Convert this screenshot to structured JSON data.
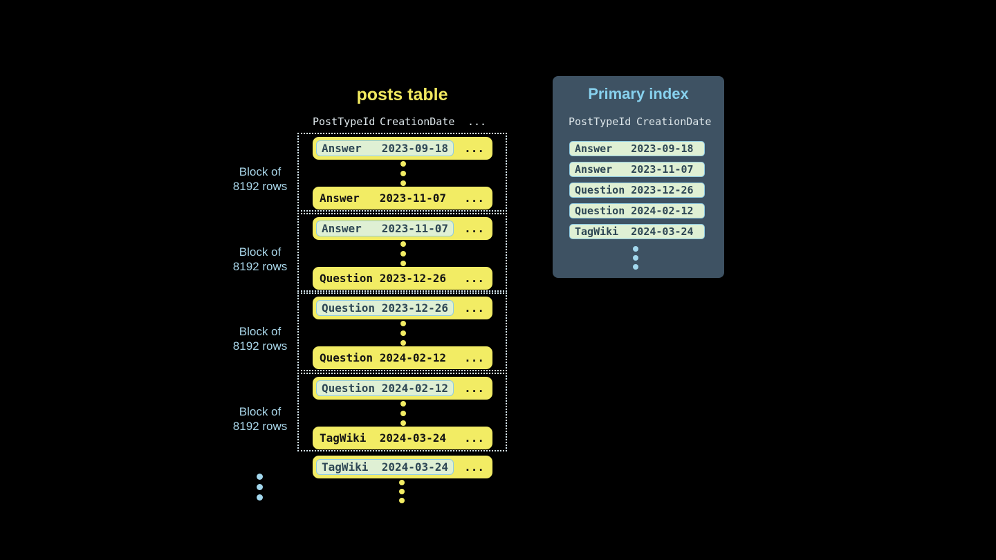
{
  "colors": {
    "bg": "#000000",
    "yellow": "#f2ec64",
    "titleYellow": "#f1e95f",
    "lightBlue": "#a9d6e9",
    "blueDot": "#a3d8ee",
    "panelBg": "#3e5263",
    "panelTitle": "#87d1ee",
    "headerText": "#dde6ea",
    "cellBg": "#dff0d4",
    "cellBorder": "#8fcbe2",
    "cellText": "#2e4755",
    "rowText": "#141414",
    "dottedBorder": "#d7e9f2"
  },
  "posts_table": {
    "title": "posts table",
    "headers": [
      "PostTypeId",
      "CreationDate",
      "..."
    ],
    "block_label": {
      "line1": "Block of",
      "line2": "8192 rows"
    },
    "ellipsis": "...",
    "blocks": [
      {
        "first": {
          "type": "Answer",
          "date": "2023-09-18"
        },
        "last": {
          "type": "Answer",
          "date": "2023-11-07"
        }
      },
      {
        "first": {
          "type": "Answer",
          "date": "2023-11-07"
        },
        "last": {
          "type": "Question",
          "date": "2023-12-26"
        }
      },
      {
        "first": {
          "type": "Question",
          "date": "2023-12-26"
        },
        "last": {
          "type": "Question",
          "date": "2024-02-12"
        }
      },
      {
        "first": {
          "type": "Question",
          "date": "2024-02-12"
        },
        "last": {
          "type": "TagWiki",
          "date": "2024-03-24"
        }
      }
    ],
    "overflow_row": {
      "type": "TagWiki",
      "date": "2024-03-24"
    }
  },
  "primary_index": {
    "title": "Primary index",
    "headers": [
      "PostTypeId",
      "CreationDate"
    ],
    "rows": [
      {
        "type": "Answer",
        "date": "2023-09-18"
      },
      {
        "type": "Answer",
        "date": "2023-11-07"
      },
      {
        "type": "Question",
        "date": "2023-12-26"
      },
      {
        "type": "Question",
        "date": "2024-02-12"
      },
      {
        "type": "TagWiki",
        "date": "2024-03-24"
      }
    ]
  }
}
